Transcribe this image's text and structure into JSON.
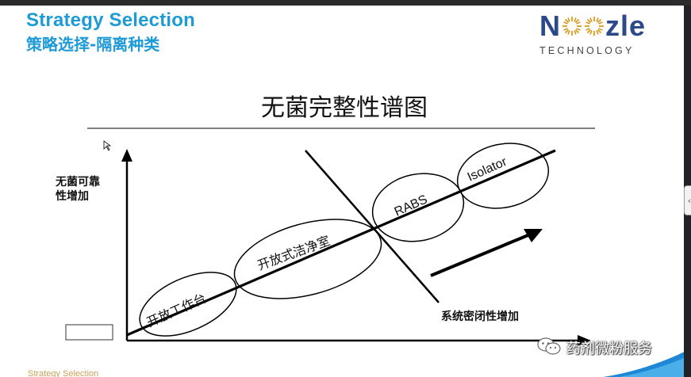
{
  "header": {
    "title_en": "Strategy Selection",
    "title_zh": "策略选择-隔离种类"
  },
  "logo": {
    "wordmark": "NOOZle",
    "subtitle": "TECHNOLOGY"
  },
  "diagram": {
    "title": "无菌完整性谱图",
    "y_axis_label_line1": "无菌可靠",
    "y_axis_label_line2": "性增加",
    "x_axis_label": "系统密闭性增加",
    "categories": [
      {
        "label": "开放工作台"
      },
      {
        "label": "开放式洁净室"
      },
      {
        "label": "RABS"
      },
      {
        "label": "Isolator"
      }
    ]
  },
  "watermark": {
    "text": "药剂微粉服务",
    "icon": "wechat-icon"
  },
  "footer": {
    "text": "Strategy Selection"
  },
  "colors": {
    "title_blue": "#1e9ad6",
    "logo_navy": "#2c4a8a",
    "logo_burst_gold": "#e0a82e",
    "swoosh_blue": "#1e88d6"
  }
}
